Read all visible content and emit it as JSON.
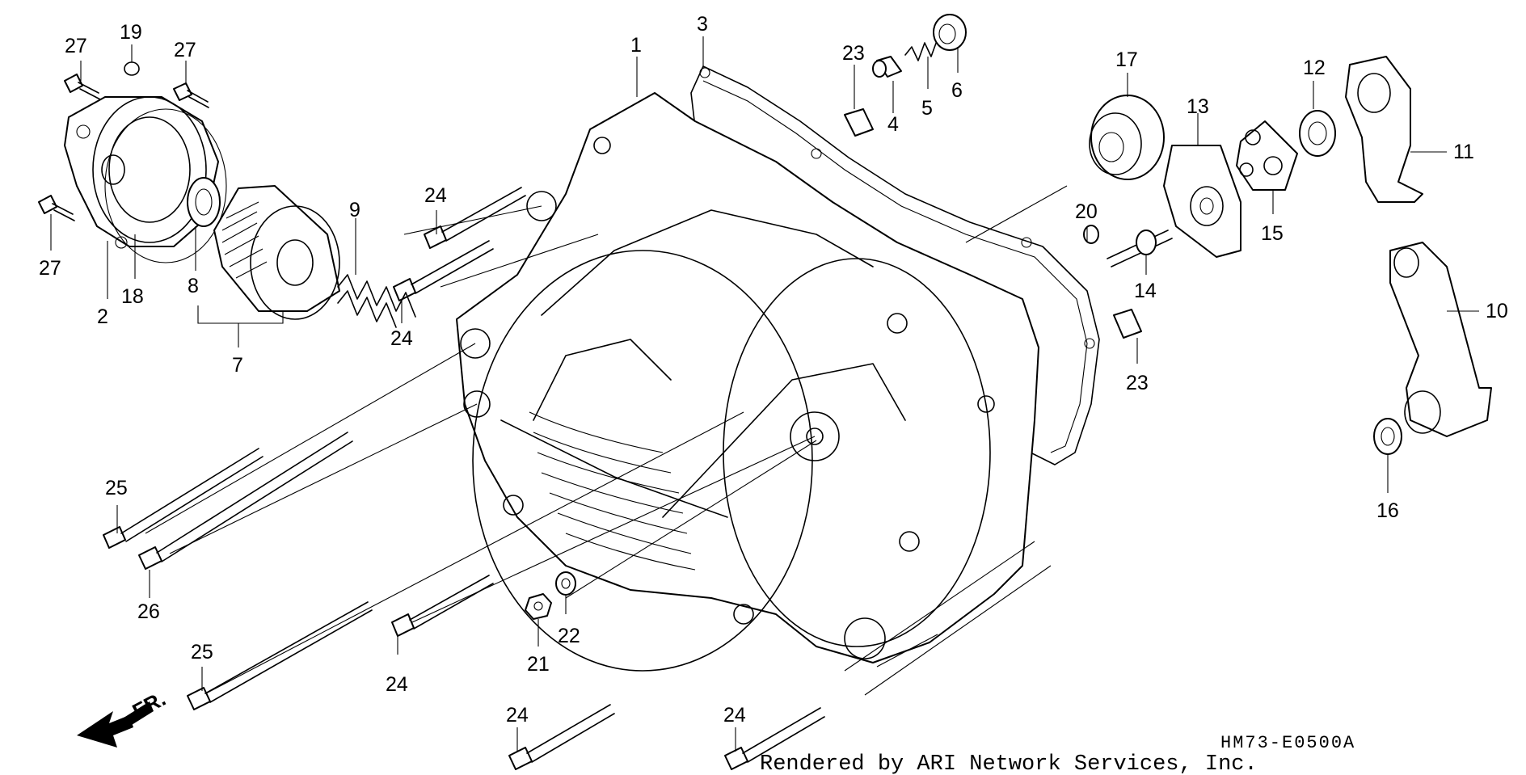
{
  "diagram": {
    "callouts": {
      "c1": "1",
      "c2": "2",
      "c3": "3",
      "c4": "4",
      "c5": "5",
      "c6": "6",
      "c7": "7",
      "c8": "8",
      "c9": "9",
      "c10": "10",
      "c11": "11",
      "c12": "12",
      "c13": "13",
      "c14": "14",
      "c15": "15",
      "c16": "16",
      "c17": "17",
      "c18": "18",
      "c19": "19",
      "c20": "20",
      "c21": "21",
      "c22": "22",
      "c23a": "23",
      "c23b": "23",
      "c24a": "24",
      "c24b": "24",
      "c24c": "24",
      "c24d": "24",
      "c24e": "24",
      "c25a": "25",
      "c25b": "25",
      "c26": "26",
      "c27a": "27",
      "c27b": "27",
      "c27c": "27"
    },
    "direction_label": "FR.",
    "credit": "Rendered by ARI Network Services, Inc.",
    "diagram_code": "HM73-E0500A"
  }
}
